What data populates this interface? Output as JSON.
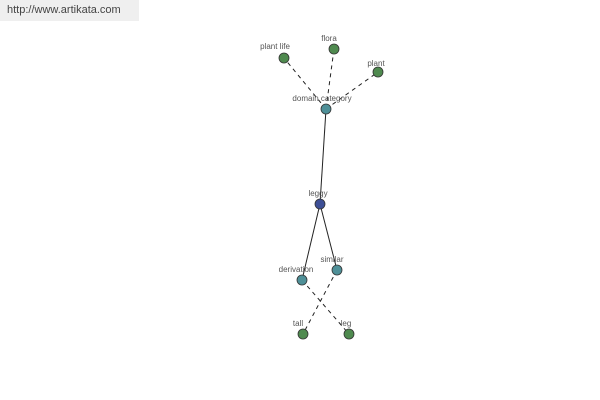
{
  "header": {
    "url": "http://www.artikata.com"
  },
  "colors": {
    "center": "#3d4f96",
    "intermediate": "#4f9098",
    "leaf": "#4f8a4f",
    "edge": "#222222"
  },
  "graph": {
    "nodes": [
      {
        "id": "leggy",
        "label": "leggy",
        "kind": "center"
      },
      {
        "id": "domain-category",
        "label": "domain category",
        "kind": "intermediate"
      },
      {
        "id": "derivation",
        "label": "derivation",
        "kind": "intermediate"
      },
      {
        "id": "similar",
        "label": "similar",
        "kind": "intermediate"
      },
      {
        "id": "plant-life",
        "label": "plant life",
        "kind": "leaf"
      },
      {
        "id": "flora",
        "label": "flora",
        "kind": "leaf"
      },
      {
        "id": "plant",
        "label": "plant",
        "kind": "leaf"
      },
      {
        "id": "tall",
        "label": "tall",
        "kind": "leaf"
      },
      {
        "id": "leg",
        "label": "leg",
        "kind": "leaf"
      }
    ],
    "edges": [
      {
        "from": "leggy",
        "to": "domain-category",
        "style": "solid"
      },
      {
        "from": "leggy",
        "to": "derivation",
        "style": "solid"
      },
      {
        "from": "leggy",
        "to": "similar",
        "style": "solid"
      },
      {
        "from": "domain-category",
        "to": "plant-life",
        "style": "dashed"
      },
      {
        "from": "domain-category",
        "to": "flora",
        "style": "dashed"
      },
      {
        "from": "domain-category",
        "to": "plant",
        "style": "dashed"
      },
      {
        "from": "derivation",
        "to": "leg",
        "style": "dashed"
      },
      {
        "from": "similar",
        "to": "tall",
        "style": "dashed"
      }
    ]
  }
}
